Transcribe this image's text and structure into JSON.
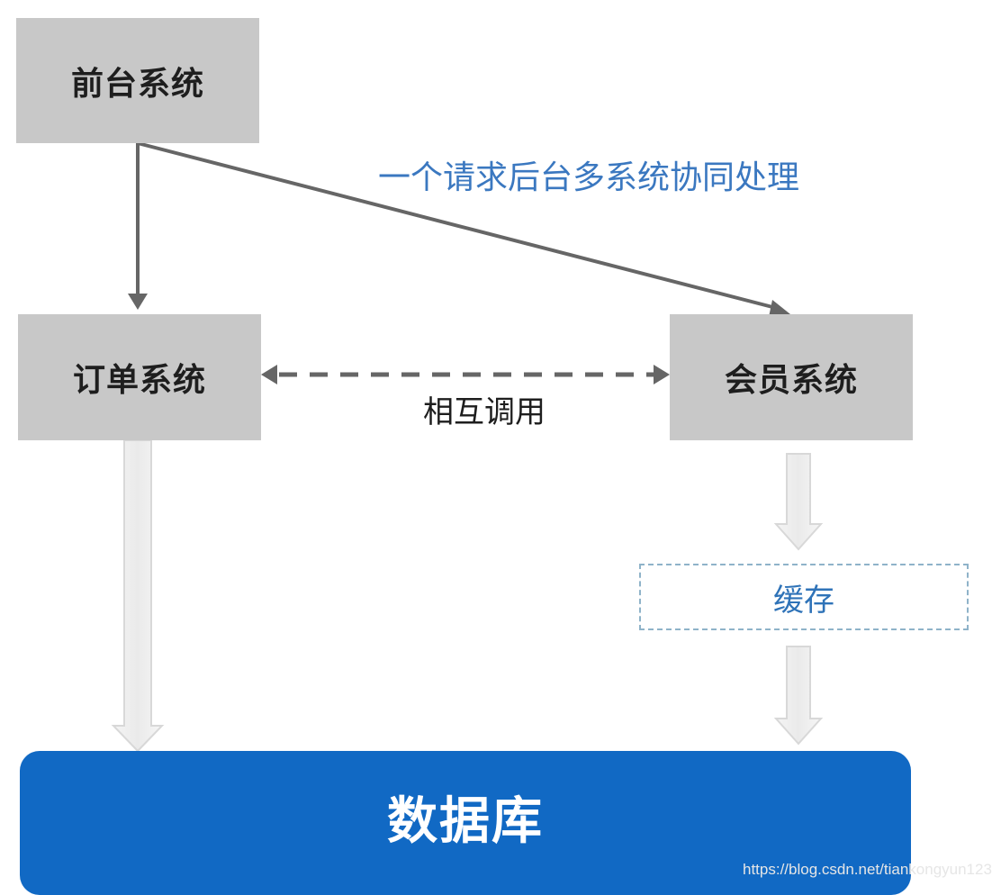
{
  "nodes": {
    "frontend": "前台系统",
    "order": "订单系统",
    "member": "会员系统",
    "cache": "缓存",
    "database": "数据库"
  },
  "labels": {
    "collaboration": "一个请求后台多系统协同处理",
    "mutual_call": "相互调用"
  },
  "watermark": "https://blog.csdn.net/tiankongyun123",
  "colors": {
    "box_gray": "#c8c8c8",
    "arrow_dark": "#666666",
    "accent_blue": "#3b78c0",
    "database_blue": "#1169c4",
    "cache_border": "#8fb3c9"
  }
}
